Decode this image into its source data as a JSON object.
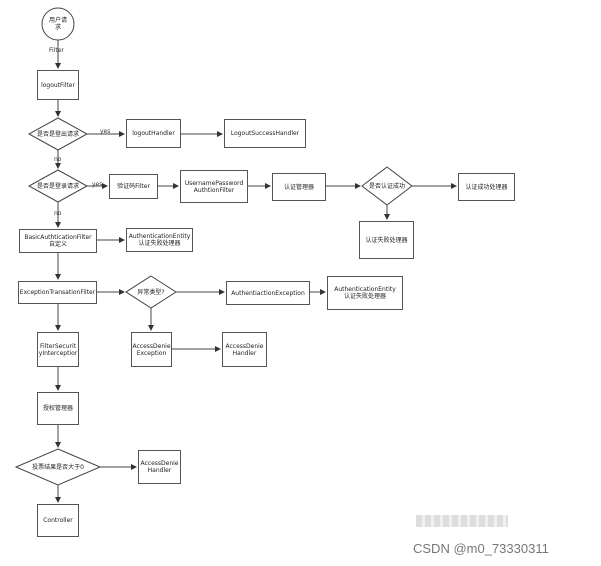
{
  "nodes": {
    "start": "用户请\n求",
    "logout_filter": "logoutFilter",
    "is_logout": "是否是登出请求",
    "logout_handler": "logoutHandler",
    "logout_success": "LogoutSuccessHandler",
    "is_login": "是否是登录请求",
    "captcha_filter": "验证码Filter",
    "up_filter": "UsernamePassword\nAuthtionFilter",
    "auth_manager": "认证管理器",
    "auth_success_q": "是否认证成功",
    "auth_success_handler": "认证成功处理器",
    "auth_fail_handler_1": "认证失败处理器",
    "basic_filter": "BasicAuthticationFilter\n自定义",
    "auth_entity_1": "AuthenticationEntity\n认证失败处理器",
    "exception_filter": "ExceptionTransationFilter",
    "exception_type": "异常类型?",
    "auth_exception": "AuthentiactionException",
    "auth_entity_2": "AuthenticationEntity\n认证失败处理器",
    "access_denied_exception": "AccessDenie\nException",
    "access_denied_handler_1": "AccessDenie\nHandler",
    "filter_security": "FilterSecurit\nyInterceptior",
    "authz_manager": "授权管理器",
    "vote_q": "投票结果是否大于0",
    "access_denied_handler_2": "AccessDenie\nHandler",
    "controller": "Controller"
  },
  "edge_labels": {
    "filter": "Filter",
    "yes1": "yes",
    "yes2": "yes",
    "no1": "no",
    "no2": "no"
  },
  "watermark": "CSDN @m0_73330311"
}
